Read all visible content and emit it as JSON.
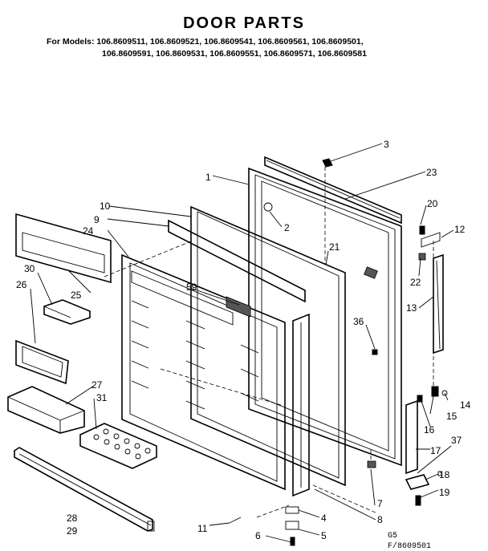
{
  "title": "DOOR PARTS",
  "models": {
    "line1": "For Models: 106.8609511, 106.8609521, 106.8609541, 106.8609561, 106.8609501,",
    "line2": "106.8609591, 106.8609531, 106.8609551, 106.8609571, 106.8609581"
  },
  "callouts": [
    "1",
    "2",
    "3",
    "4",
    "5",
    "6",
    "7",
    "8",
    "9",
    "10",
    "11",
    "12",
    "13",
    "14",
    "15",
    "16",
    "17",
    "18",
    "19",
    "20",
    "21",
    "22",
    "23",
    "24",
    "25",
    "26",
    "27",
    "28",
    "29",
    "30",
    "31",
    "36",
    "37",
    "59"
  ],
  "footer": {
    "code1": "G5",
    "code2": "F/8609501"
  }
}
